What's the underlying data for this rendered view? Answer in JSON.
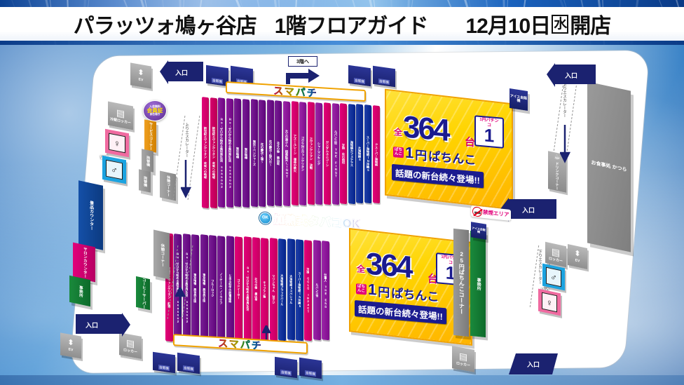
{
  "header": {
    "store_name": "パラッツォ鳩ヶ谷店",
    "guide_title": "1階フロアガイド",
    "date": "12月10日",
    "dow": "水",
    "open_label": "開店"
  },
  "banners": {
    "smapachi_top": "スマパチ",
    "smapachi_bottom": "スマパチ",
    "tobacco": "加熱式タバコOK",
    "tobacco_badge": "OK",
    "to_3f": "3階へ",
    "no_smoking": "禁煙エリア",
    "ice_vending": "アイス自販機",
    "member_card": {
      "top": "入会無料",
      "main": "会員証",
      "bottom": "即日発行"
    }
  },
  "panels": [
    {
      "id": "upper",
      "all_label": "全",
      "count": "364",
      "unit": "台",
      "yen_tag_top": "ぱち",
      "yen_tag_bottom": "んこ",
      "one": "1",
      "yen": "円",
      "pachinko": "ぱちんこ",
      "badge_caption": "1円パチンコ",
      "badge_number": "1",
      "subtitle": "話題の新台続々登場!!"
    },
    {
      "id": "lower",
      "all_label": "全",
      "count": "364",
      "unit": "台",
      "yen_tag_top": "ぱち",
      "yen_tag_bottom": "んこ",
      "one": "1",
      "yen": "円",
      "pachinko": "ぱちんこ",
      "badge_caption": "1円パチンコ",
      "badge_number": "1",
      "subtitle": "話題の新台続々登場!!"
    }
  ],
  "corners": {
    "pachinko_25yen": "25円ぱちんこコーナー",
    "office": "事務所",
    "rest_corner": "休憩コーナー",
    "coffee_server": "コーヒーサーバー",
    "drink_corner": "ドリンクコーナー",
    "restaurant": "お食事処 かつら",
    "service_corner": "サービスコーナー",
    "exchange_1": "両替機",
    "exchange_2": "両替機"
  },
  "facilities": {
    "ev": "EV",
    "locker": "ロッカー",
    "cold_locker": "冷蔵ロッカー",
    "wc": "WC",
    "prize_counter": "景品カウンター",
    "salon_counter": "サロンカウンター",
    "vending": "自販機",
    "entrance": "入口",
    "escalator_up": "上りエスカレーター",
    "escalator_down": "下りエスカレーター"
  },
  "icons": {
    "ev": "EV",
    "locker": "locker-icon",
    "male": "♂",
    "female": "♀",
    "coffee": "☕"
  },
  "entrances": [
    {
      "label": "入口",
      "pos": "top-left"
    },
    {
      "label": "入口",
      "pos": "top-right"
    },
    {
      "label": "入口",
      "pos": "mid-right"
    },
    {
      "label": "入口",
      "pos": "bottom-left"
    },
    {
      "label": "入口",
      "pos": "bottom-right"
    }
  ],
  "machine_rows_upper": [
    {
      "label": "新世紀エヴァンゲリオン 未来への咆哮",
      "color": "#e2007a"
    },
    {
      "label": "新世紀エヴァンゲリオン 未来への咆哮",
      "color": "#d6006e"
    },
    {
      "label": "Re:ゼロから始める異世界生活 season2",
      "color": "#8b1f9e"
    },
    {
      "label": "Re:ゼロから始める異世界生活 season2",
      "color": "#8b1f9e"
    },
    {
      "label": "東京喰種",
      "color": "#7a1f96"
    },
    {
      "label": "東京喰種",
      "color": "#7a1f96"
    },
    {
      "label": "東京リベンジャーズ",
      "color": "#7a1f96"
    },
    {
      "label": "花の慶次～蓮～",
      "color": "#7a1f96"
    },
    {
      "label": "花の慶次～裂乃火～",
      "color": "#7a1f96"
    },
    {
      "label": "北斗の拳 暴凶星",
      "color": "#7a1f96"
    },
    {
      "label": "大工の源さん 超韋駄天LIGHT",
      "color": "#9b27a8"
    },
    {
      "label": "アズールレーン 運命の鉄火",
      "color": "#e2007a"
    },
    {
      "label": "ゴジラ対エヴァンゲリオン",
      "color": "#9b27a8"
    },
    {
      "label": "ヱヴァンゲリヲン 決戦",
      "color": "#e2007a"
    },
    {
      "label": "シャーマンキング",
      "color": "#9b27a8"
    },
    {
      "label": "ガンダムユニコーン",
      "color": "#e2007a"
    },
    {
      "label": "ルパン三世 THE FIRST",
      "color": "#9b27a8"
    },
    {
      "label": "牙狼 炎の刻印",
      "color": "#e2007a"
    },
    {
      "label": "海物語カフェテラス",
      "color": "#1f3fa8"
    },
    {
      "label": "大海物語5",
      "color": "#1f3fa8"
    },
    {
      "label": "スーパー海物語IN沖縄5",
      "color": "#1f3fa8"
    },
    {
      "label": "Pスーパー海物語",
      "color": "#e2007a"
    }
  ],
  "machine_rows_lower": [
    {
      "label": "新世紀エヴァンゲリオン 紅蓮",
      "color": "#e2007a"
    },
    {
      "label": "Re:ゼロから始める異世界生活 season2",
      "color": "#7a1f96"
    },
    {
      "label": "Re:ゼロから始める異世界生活 season2",
      "color": "#7a1f96"
    },
    {
      "label": "東京喰種 異世界王国",
      "color": "#7a1f96"
    },
    {
      "label": "東京喰種 異世界王国",
      "color": "#7a1f96"
    },
    {
      "label": "ブルーロック",
      "color": "#7a1f96"
    },
    {
      "label": "ノーゲーム・ノーライフ",
      "color": "#7a1f96"
    },
    {
      "label": "とある科学の超電磁砲",
      "color": "#7a1f96"
    },
    {
      "label": "ゴッドイーター",
      "color": "#e2007a"
    },
    {
      "label": "Re:ゼロから始める異世界生活",
      "color": "#e2007a"
    },
    {
      "label": "北斗の拳 暴凶星",
      "color": "#e2007a"
    },
    {
      "label": "キャプテン翼",
      "color": "#e2007a"
    },
    {
      "label": "マリンちゃん 甘デジ",
      "color": "#e2007a"
    },
    {
      "label": "大海物語ブラックパール",
      "color": "#1f3fa8"
    },
    {
      "label": "大海物語5スペシャル",
      "color": "#1f3fa8"
    },
    {
      "label": "スーパー海物語IN沖縄5",
      "color": "#1f3fa8"
    },
    {
      "label": "牙狼 GOLD IMPACT",
      "color": "#e2007a"
    },
    {
      "label": "ルパン三世",
      "color": "#9b27a8"
    },
    {
      "label": "仕置人 THE END",
      "color": "#9b27a8"
    }
  ]
}
